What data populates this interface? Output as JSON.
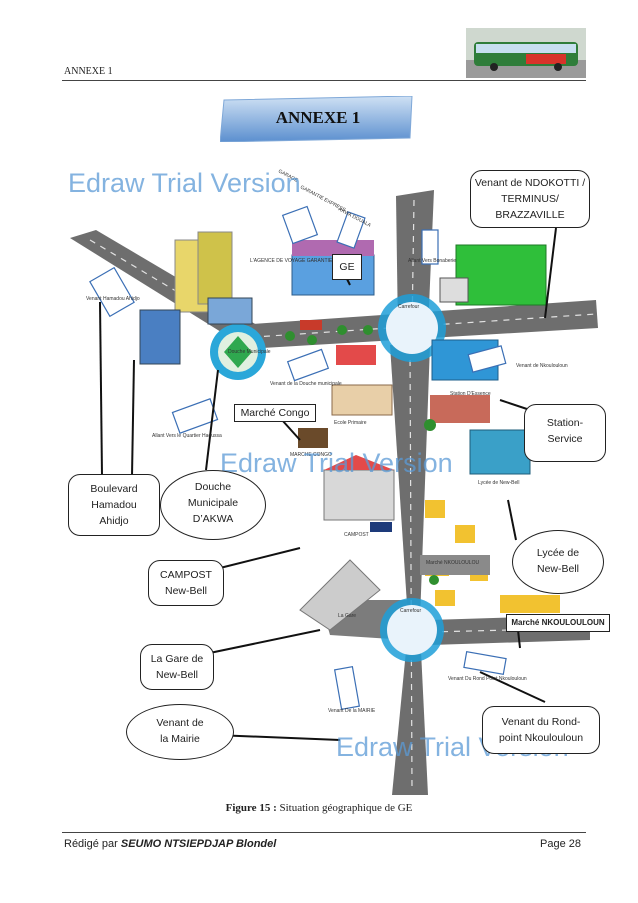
{
  "header": {
    "label": "ANNEXE 1"
  },
  "banner": {
    "title": "ANNEXE 1"
  },
  "watermark": {
    "text": "Edraw Trial Version"
  },
  "callouts": {
    "ndokotti": [
      "Venant de NDOKOTTI /",
      "TERMINUS/",
      "BRAZZAVILLE"
    ],
    "ge": "GE",
    "marche_congo": "Marché Congo",
    "station": [
      "Station-",
      "Service"
    ],
    "boulevard": [
      "Boulevard",
      "Hamadou",
      "Ahidjo"
    ],
    "douche": [
      "Douche",
      "Municipale",
      "D’AKWA"
    ],
    "lycee": [
      "Lycée de",
      "New-Bell"
    ],
    "campost": [
      "CAMPOST",
      "New-Bell"
    ],
    "marche_nkoulouloun": "Marché NKOULOULOUN",
    "gare": [
      "La Gare de",
      "New-Bell"
    ],
    "mairie": [
      "Venant de",
      "la Mairie"
    ],
    "rond_point": [
      "Venant du Rond-",
      "point Nkoulouloun"
    ]
  },
  "map_labels": {
    "garage": "GARAGE",
    "agence_line1": "GARANTIE EXPRESS",
    "agence_line2": "AKWA DOUALA",
    "agence_voyage": "L'AGENCE DE VOYAGE GARANTIE EXPRESS",
    "venant_bonaberie": "Allant Vers Bonaberie",
    "venant_hamadou": "Venant Hamadou Ahidjo",
    "carrefour_top": "Carrefour",
    "carrefour_bottom": "Carrefour",
    "douche_municipale": "Douche Municipale",
    "venant_douche": "Venant de la Douche municipale",
    "venant_nkoulouloun": "Venant de Nkoulouloun",
    "station_essence": "Station D'Essence",
    "allant_quartier": "Allant Vers le Quartier Haoussa",
    "ecole_primaire": "Ecole Primaire",
    "marche_congo_map": "MARCHE CONGO",
    "lycee_map": "Lycée de New-Bell",
    "campost_map": "CAMPOST",
    "marche_nkoulouloun_map": "Marché NKOULOULOU",
    "la_gare": "La Gare",
    "venant_rondpoint": "Venant Du Rond Point Nkoulouloun",
    "venant_mairie": "Venant De la MAIRIE"
  },
  "figure": {
    "label": "Figure 15 :",
    "text": " Situation géographique de GE"
  },
  "footer": {
    "prefix": "Rédigé par ",
    "author": "SEUMO NTSIEPDJAP Blondel",
    "page": "Page 28"
  },
  "colors": {
    "road": "#6e6e6e",
    "banner_start": "#bcd4ee",
    "banner_end": "#5b8fcf",
    "watermark": "#5b9ad6",
    "roundabout": "#1f9fd8"
  }
}
